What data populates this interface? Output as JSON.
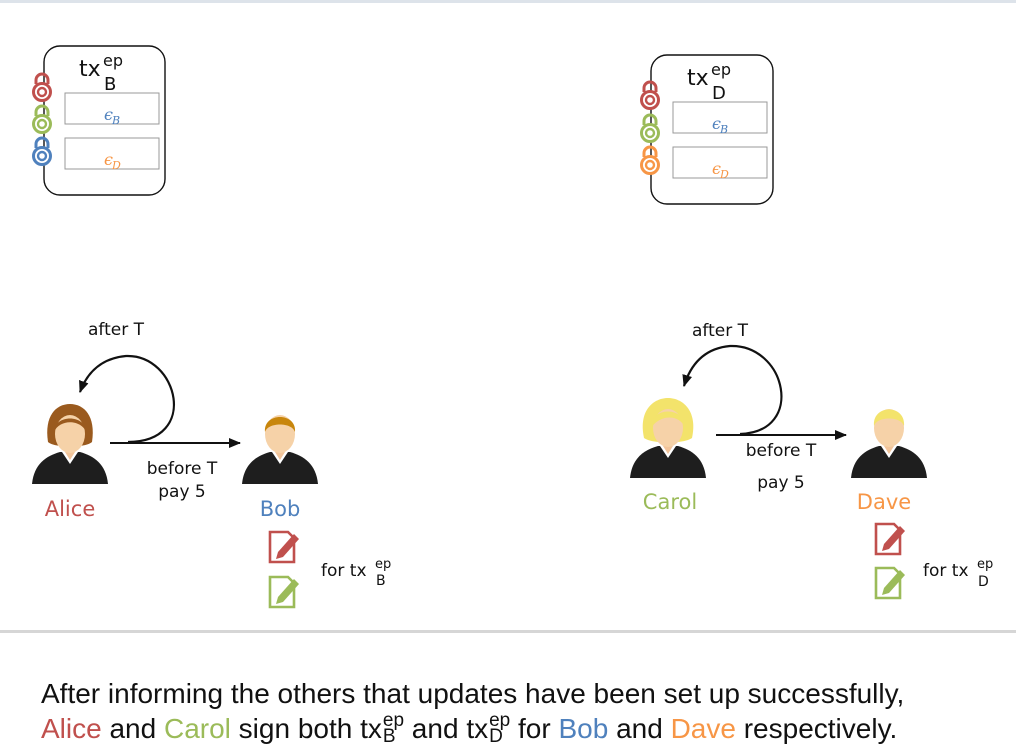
{
  "colors": {
    "alice": "#c0504d",
    "bob": "#4f81bd",
    "carol": "#9bbb59",
    "dave": "#f79646",
    "text": "#111111"
  },
  "left_scene": {
    "tx_box": {
      "base": "tx",
      "sup": "ep",
      "sub": "B",
      "slot1": "ϵ",
      "slot1_sub": "B",
      "slot2": "ϵ",
      "slot2_sub": "D",
      "locks": [
        "lock-icon-red",
        "lock-icon-green",
        "lock-icon-blue"
      ]
    },
    "arrow_self_label": "after T",
    "arrow_pay_label_1": "before T",
    "arrow_pay_label_2": "pay 5",
    "payer": "Alice",
    "payee": "Bob",
    "sig_label_prefix": "for tx",
    "sig_label_sup": "ep",
    "sig_label_sub": "B",
    "sig_icons": [
      "signature-icon-red",
      "signature-icon-green"
    ]
  },
  "right_scene": {
    "tx_box": {
      "base": "tx",
      "sup": "ep",
      "sub": "D",
      "slot1": "ϵ",
      "slot1_sub": "B",
      "slot2": "ϵ",
      "slot2_sub": "D",
      "locks": [
        "lock-icon-red",
        "lock-icon-green",
        "lock-icon-orange"
      ]
    },
    "arrow_self_label": "after T",
    "arrow_pay_label_1": "before T",
    "arrow_pay_label_2": "pay 5",
    "payer": "Carol",
    "payee": "Dave",
    "sig_label_prefix": "for tx",
    "sig_label_sup": "ep",
    "sig_label_sub": "D",
    "sig_icons": [
      "signature-icon-red",
      "signature-icon-green"
    ]
  },
  "caption": {
    "line1": "After informing the others that updates have been set up successfully,",
    "alice": "Alice",
    "and1": " and ",
    "carol": "Carol",
    "sign_both": " sign both ",
    "tx": "tx",
    "sup": "ep",
    "sub_b": "B",
    "and2": " and ",
    "sub_d": "D",
    "for": " for ",
    "bob": "Bob",
    "and3": " and ",
    "dave": "Dave",
    "respectively": " respectively."
  }
}
